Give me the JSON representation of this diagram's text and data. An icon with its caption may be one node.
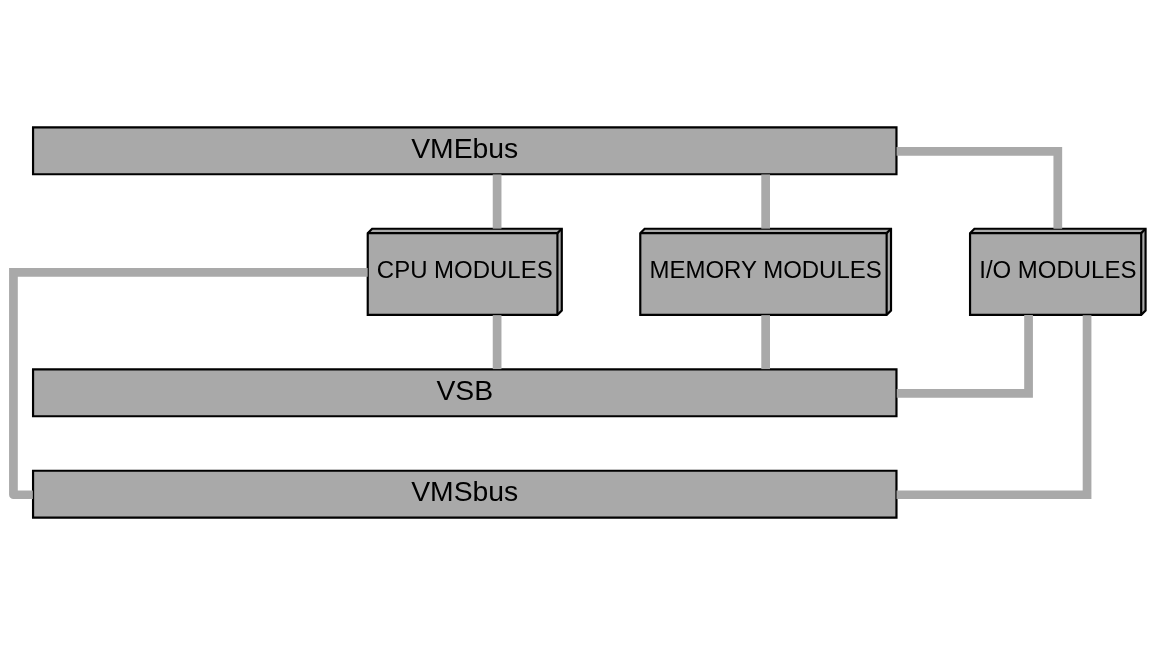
{
  "diagram": {
    "nodes": [
      {
        "text": [
          "VMEbus"
        ]
      },
      {
        "text": [
          "CPU MODULES"
        ]
      },
      {
        "text": [
          "MEMORY MODULES"
        ]
      },
      {
        "text": [
          "I/O MODULES"
        ]
      },
      {
        "text": [
          "VSB"
        ]
      },
      {
        "text": [
          "VMSbus"
        ]
      }
    ],
    "edges": [
      {
        "from": 0,
        "to": 1,
        "arrow": "none"
      },
      {
        "from": 0,
        "to": 2,
        "arrow": "none"
      },
      {
        "from": 0,
        "to": 3,
        "arrow": "none"
      },
      {
        "from": 1,
        "to": 4,
        "arrow": "none"
      },
      {
        "from": 1,
        "to": 5,
        "arrow": "none"
      },
      {
        "from": 2,
        "to": 4,
        "arrow": "none"
      },
      {
        "from": 3,
        "to": 4,
        "arrow": "none"
      },
      {
        "from": 3,
        "to": 5,
        "arrow": "none"
      }
    ]
  }
}
